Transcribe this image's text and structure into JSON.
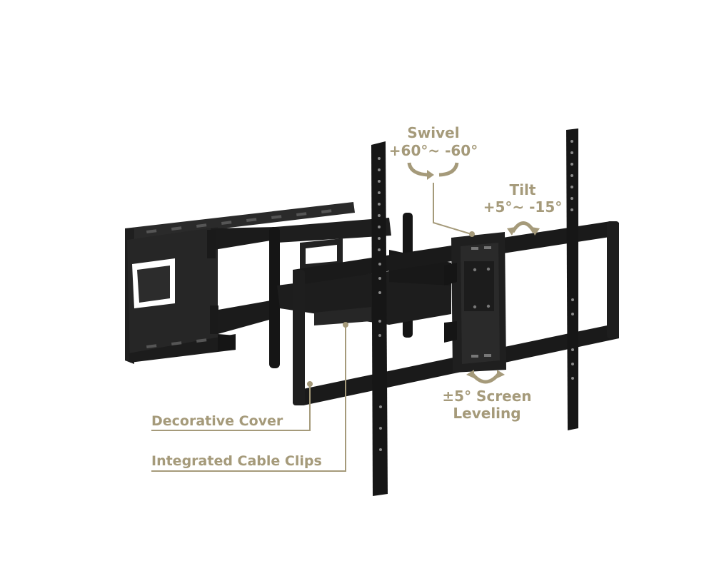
{
  "labels": {
    "swivel_title": "Swivel",
    "swivel_range": "+60°~ -60°",
    "tilt_title": "Tilt",
    "tilt_range": "+5°~ -15°",
    "leveling_line1": "±5° Screen",
    "leveling_line2": "Leveling",
    "decorative_cover": "Decorative Cover",
    "cable_clips": "Integrated Cable Clips"
  },
  "colors": {
    "accent": "#a59a7a",
    "metal": "#1d1d1d",
    "background": "#ffffff"
  }
}
